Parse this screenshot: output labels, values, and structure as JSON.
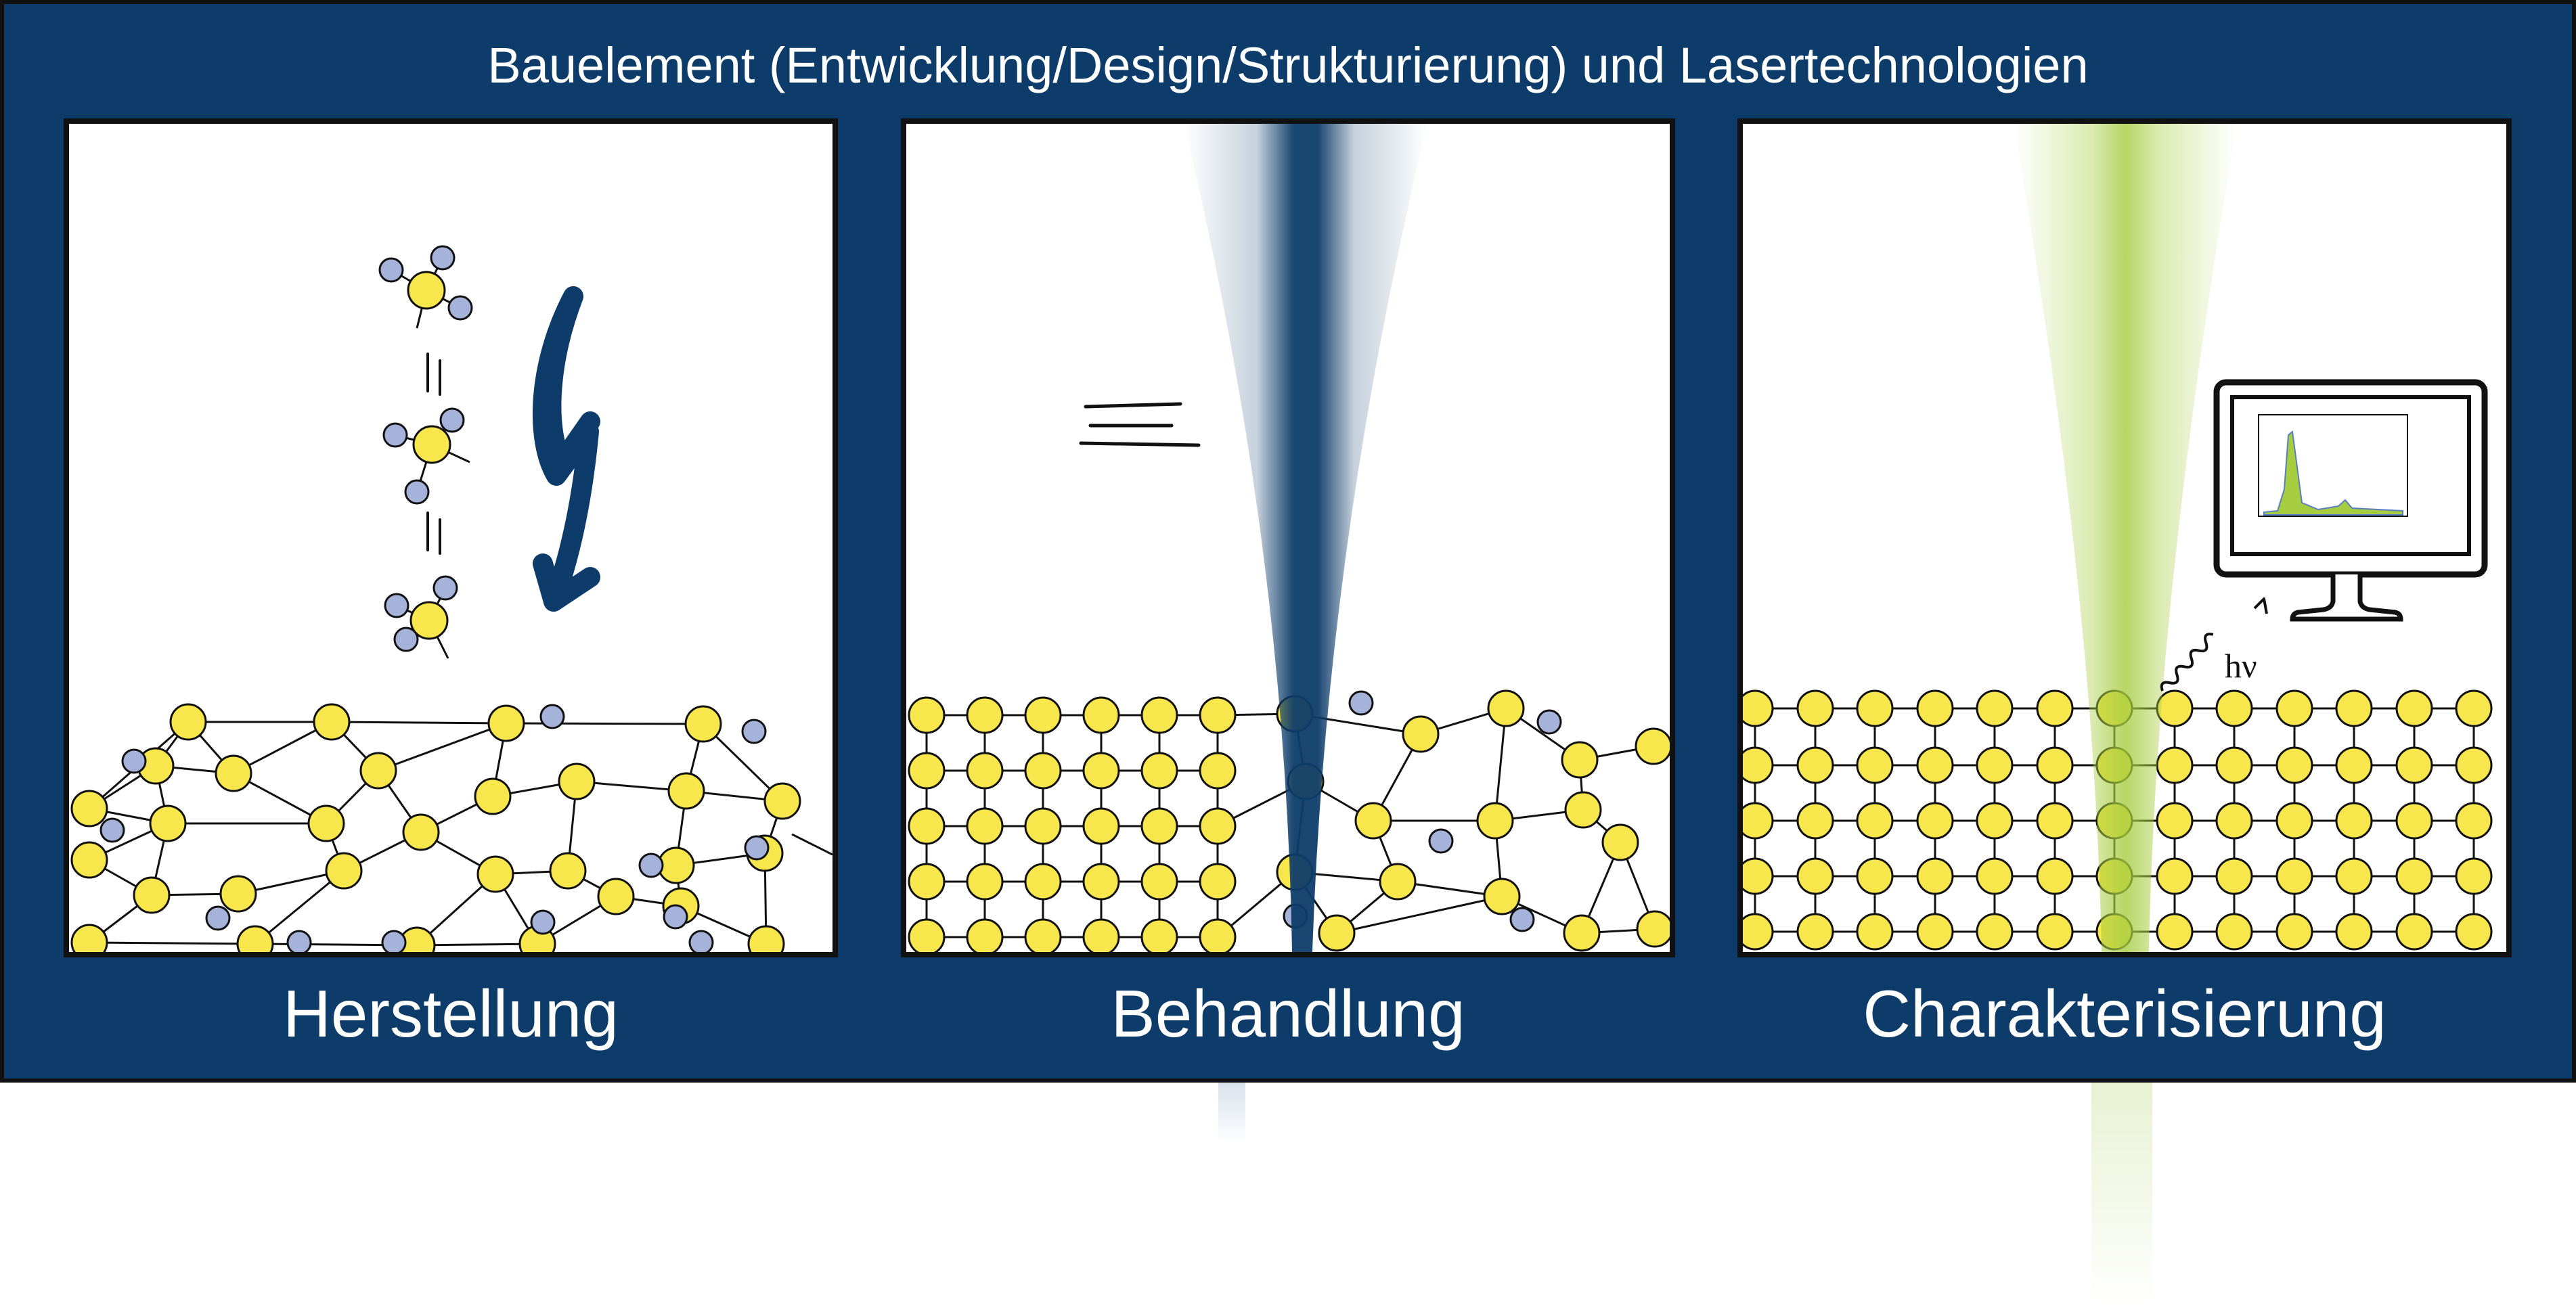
{
  "title": "Bauelement (Entwicklung/Design/Strukturierung) und Lasertechnologien",
  "panels": [
    {
      "caption": "Herstellung"
    },
    {
      "caption": "Behandlung"
    },
    {
      "caption": "Charakterisierung",
      "photon_label": "hν"
    }
  ],
  "colors": {
    "frame_blue": "#0e3c6a",
    "atom_yellow": "#f7e64c",
    "adatom_blue": "#a5b3da",
    "laser_green": "#a6cc3f",
    "laser_blue": "#0e3c6a"
  }
}
